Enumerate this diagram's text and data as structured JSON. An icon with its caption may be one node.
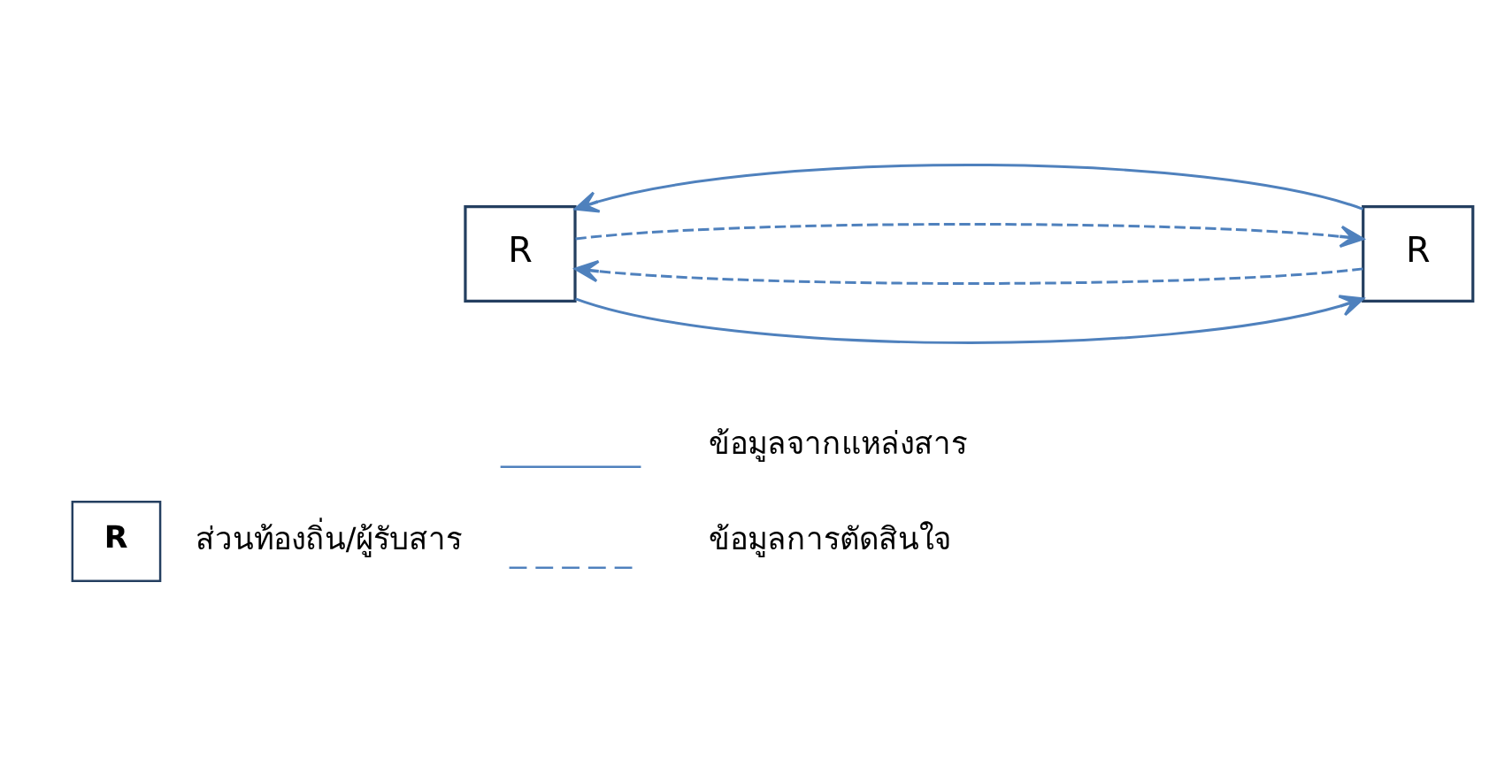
{
  "diagram": {
    "nodes": [
      {
        "text": [
          "R"
        ]
      },
      {
        "text": [
          "R"
        ]
      }
    ],
    "edges": [
      {
        "from": 0,
        "to": 1,
        "arrow": "to"
      },
      {
        "from": 1,
        "to": 0,
        "arrow": "to",
        "style": "dashed"
      },
      {
        "from": 0,
        "to": 1,
        "arrow": "to",
        "style": "dashed"
      },
      {
        "from": 1,
        "to": 0,
        "arrow": "to"
      }
    ],
    "labels": [
      "R"
    ],
    "legend": [
      {
        "text": "ข้อมูลจากแหล่งสาร"
      },
      {
        "text": "ส่วนท้องถิ่น/ผู้รับสาร"
      },
      {
        "text": "ข้อมูลการตัดสินใจ"
      }
    ]
  }
}
